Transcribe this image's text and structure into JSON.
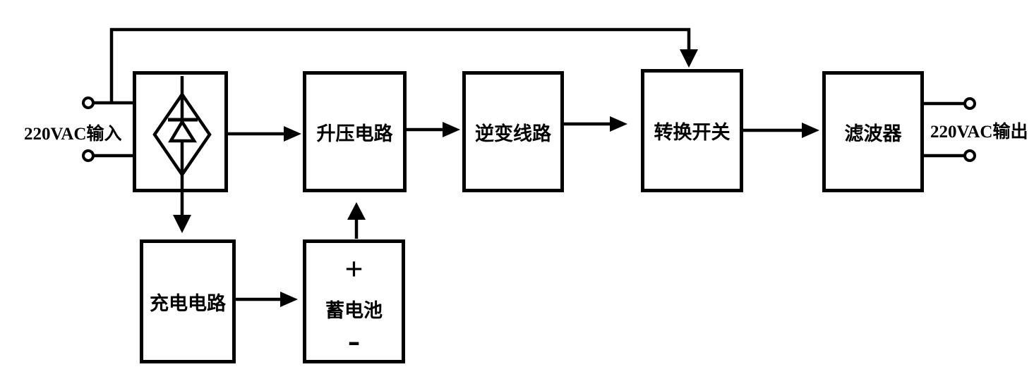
{
  "meta": {
    "ink_color": "#000000",
    "background_color": "#ffffff"
  },
  "io": {
    "input_label": "220VAC输入",
    "output_label": "220VAC输出"
  },
  "blocks": {
    "rectifier": {
      "label": "",
      "symbol": "bridge-rectifier-diode"
    },
    "boost": {
      "label": "升压电路"
    },
    "inverter": {
      "label": "逆变线路"
    },
    "transfer_switch": {
      "label": "转换开关"
    },
    "filter": {
      "label": "滤波器"
    },
    "charger": {
      "label": "充电电路"
    },
    "battery": {
      "label": "蓄电池",
      "positive_sign": "+",
      "negative_sign": "-"
    }
  },
  "connections": [
    {
      "from": "ac-input",
      "to": "rectifier",
      "type": "line"
    },
    {
      "from": "ac-input",
      "to": "transfer_switch",
      "type": "bypass-arrow"
    },
    {
      "from": "rectifier",
      "to": "boost",
      "type": "arrow"
    },
    {
      "from": "boost",
      "to": "inverter",
      "type": "arrow"
    },
    {
      "from": "inverter",
      "to": "transfer_switch",
      "type": "arrow"
    },
    {
      "from": "transfer_switch",
      "to": "filter",
      "type": "arrow"
    },
    {
      "from": "filter",
      "to": "ac-output",
      "type": "line"
    },
    {
      "from": "rectifier",
      "to": "charger",
      "type": "arrow"
    },
    {
      "from": "charger",
      "to": "battery",
      "type": "arrow"
    },
    {
      "from": "battery",
      "to": "boost",
      "type": "arrow"
    }
  ]
}
